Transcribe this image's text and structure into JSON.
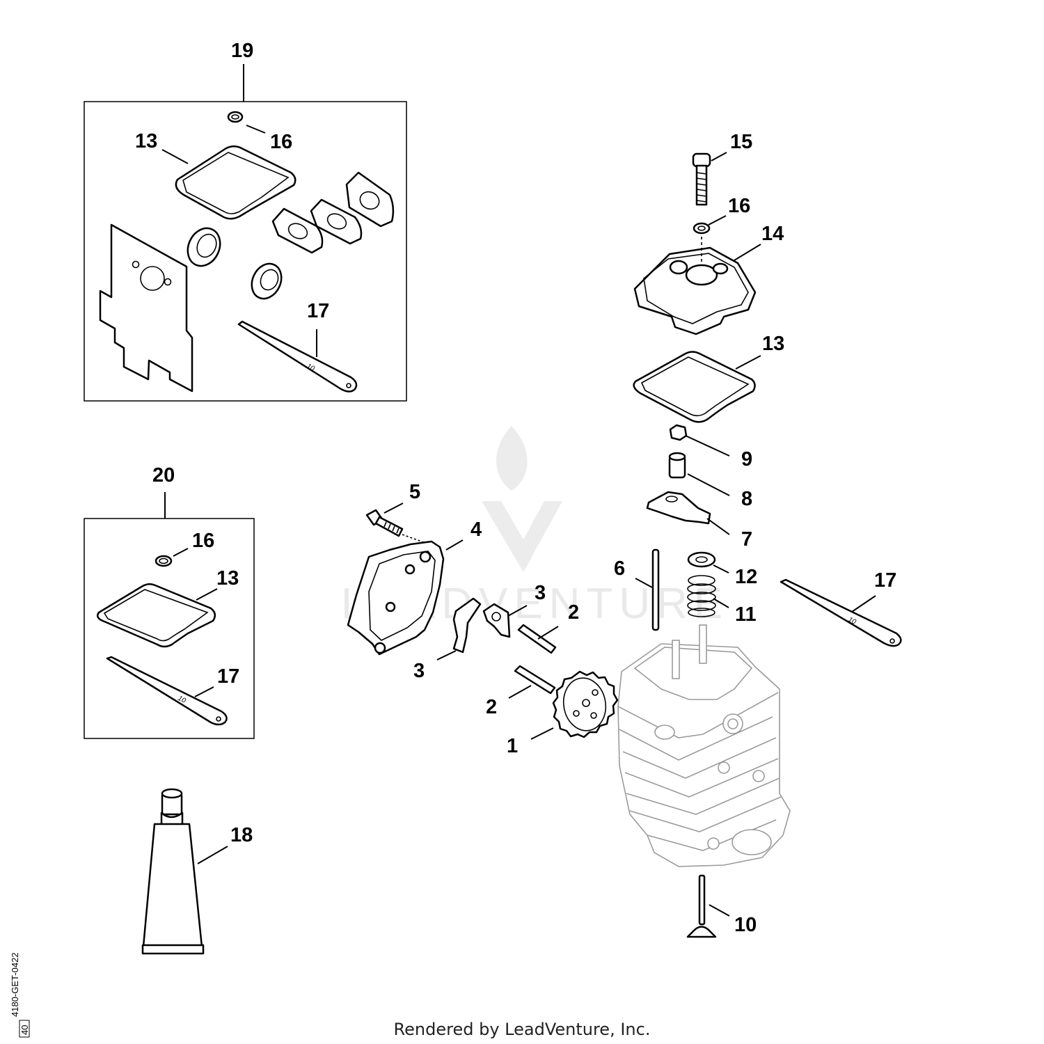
{
  "diagram": {
    "footer_text": "Rendered by LeadVenture, Inc.",
    "drawing_code": "4180-GET-0422",
    "drawing_code_box": "40",
    "watermark_text": "LEADVENTURE",
    "wrench_marking": "10",
    "callouts": [
      {
        "id": "c19",
        "label": "19"
      },
      {
        "id": "c13a",
        "label": "13"
      },
      {
        "id": "c16a",
        "label": "16"
      },
      {
        "id": "c17a",
        "label": "17"
      },
      {
        "id": "c20",
        "label": "20"
      },
      {
        "id": "c16b",
        "label": "16"
      },
      {
        "id": "c13b",
        "label": "13"
      },
      {
        "id": "c17b",
        "label": "17"
      },
      {
        "id": "c18",
        "label": "18"
      },
      {
        "id": "c15",
        "label": "15"
      },
      {
        "id": "c16c",
        "label": "16"
      },
      {
        "id": "c14",
        "label": "14"
      },
      {
        "id": "c13c",
        "label": "13"
      },
      {
        "id": "c9",
        "label": "9"
      },
      {
        "id": "c8",
        "label": "8"
      },
      {
        "id": "c7",
        "label": "7"
      },
      {
        "id": "c5",
        "label": "5"
      },
      {
        "id": "c4",
        "label": "4"
      },
      {
        "id": "c6",
        "label": "6"
      },
      {
        "id": "c12",
        "label": "12"
      },
      {
        "id": "c3a",
        "label": "3"
      },
      {
        "id": "c2a",
        "label": "2"
      },
      {
        "id": "c11",
        "label": "11"
      },
      {
        "id": "c17c",
        "label": "17"
      },
      {
        "id": "c3b",
        "label": "3"
      },
      {
        "id": "c2b",
        "label": "2"
      },
      {
        "id": "c1",
        "label": "1"
      },
      {
        "id": "c10",
        "label": "10"
      }
    ]
  }
}
